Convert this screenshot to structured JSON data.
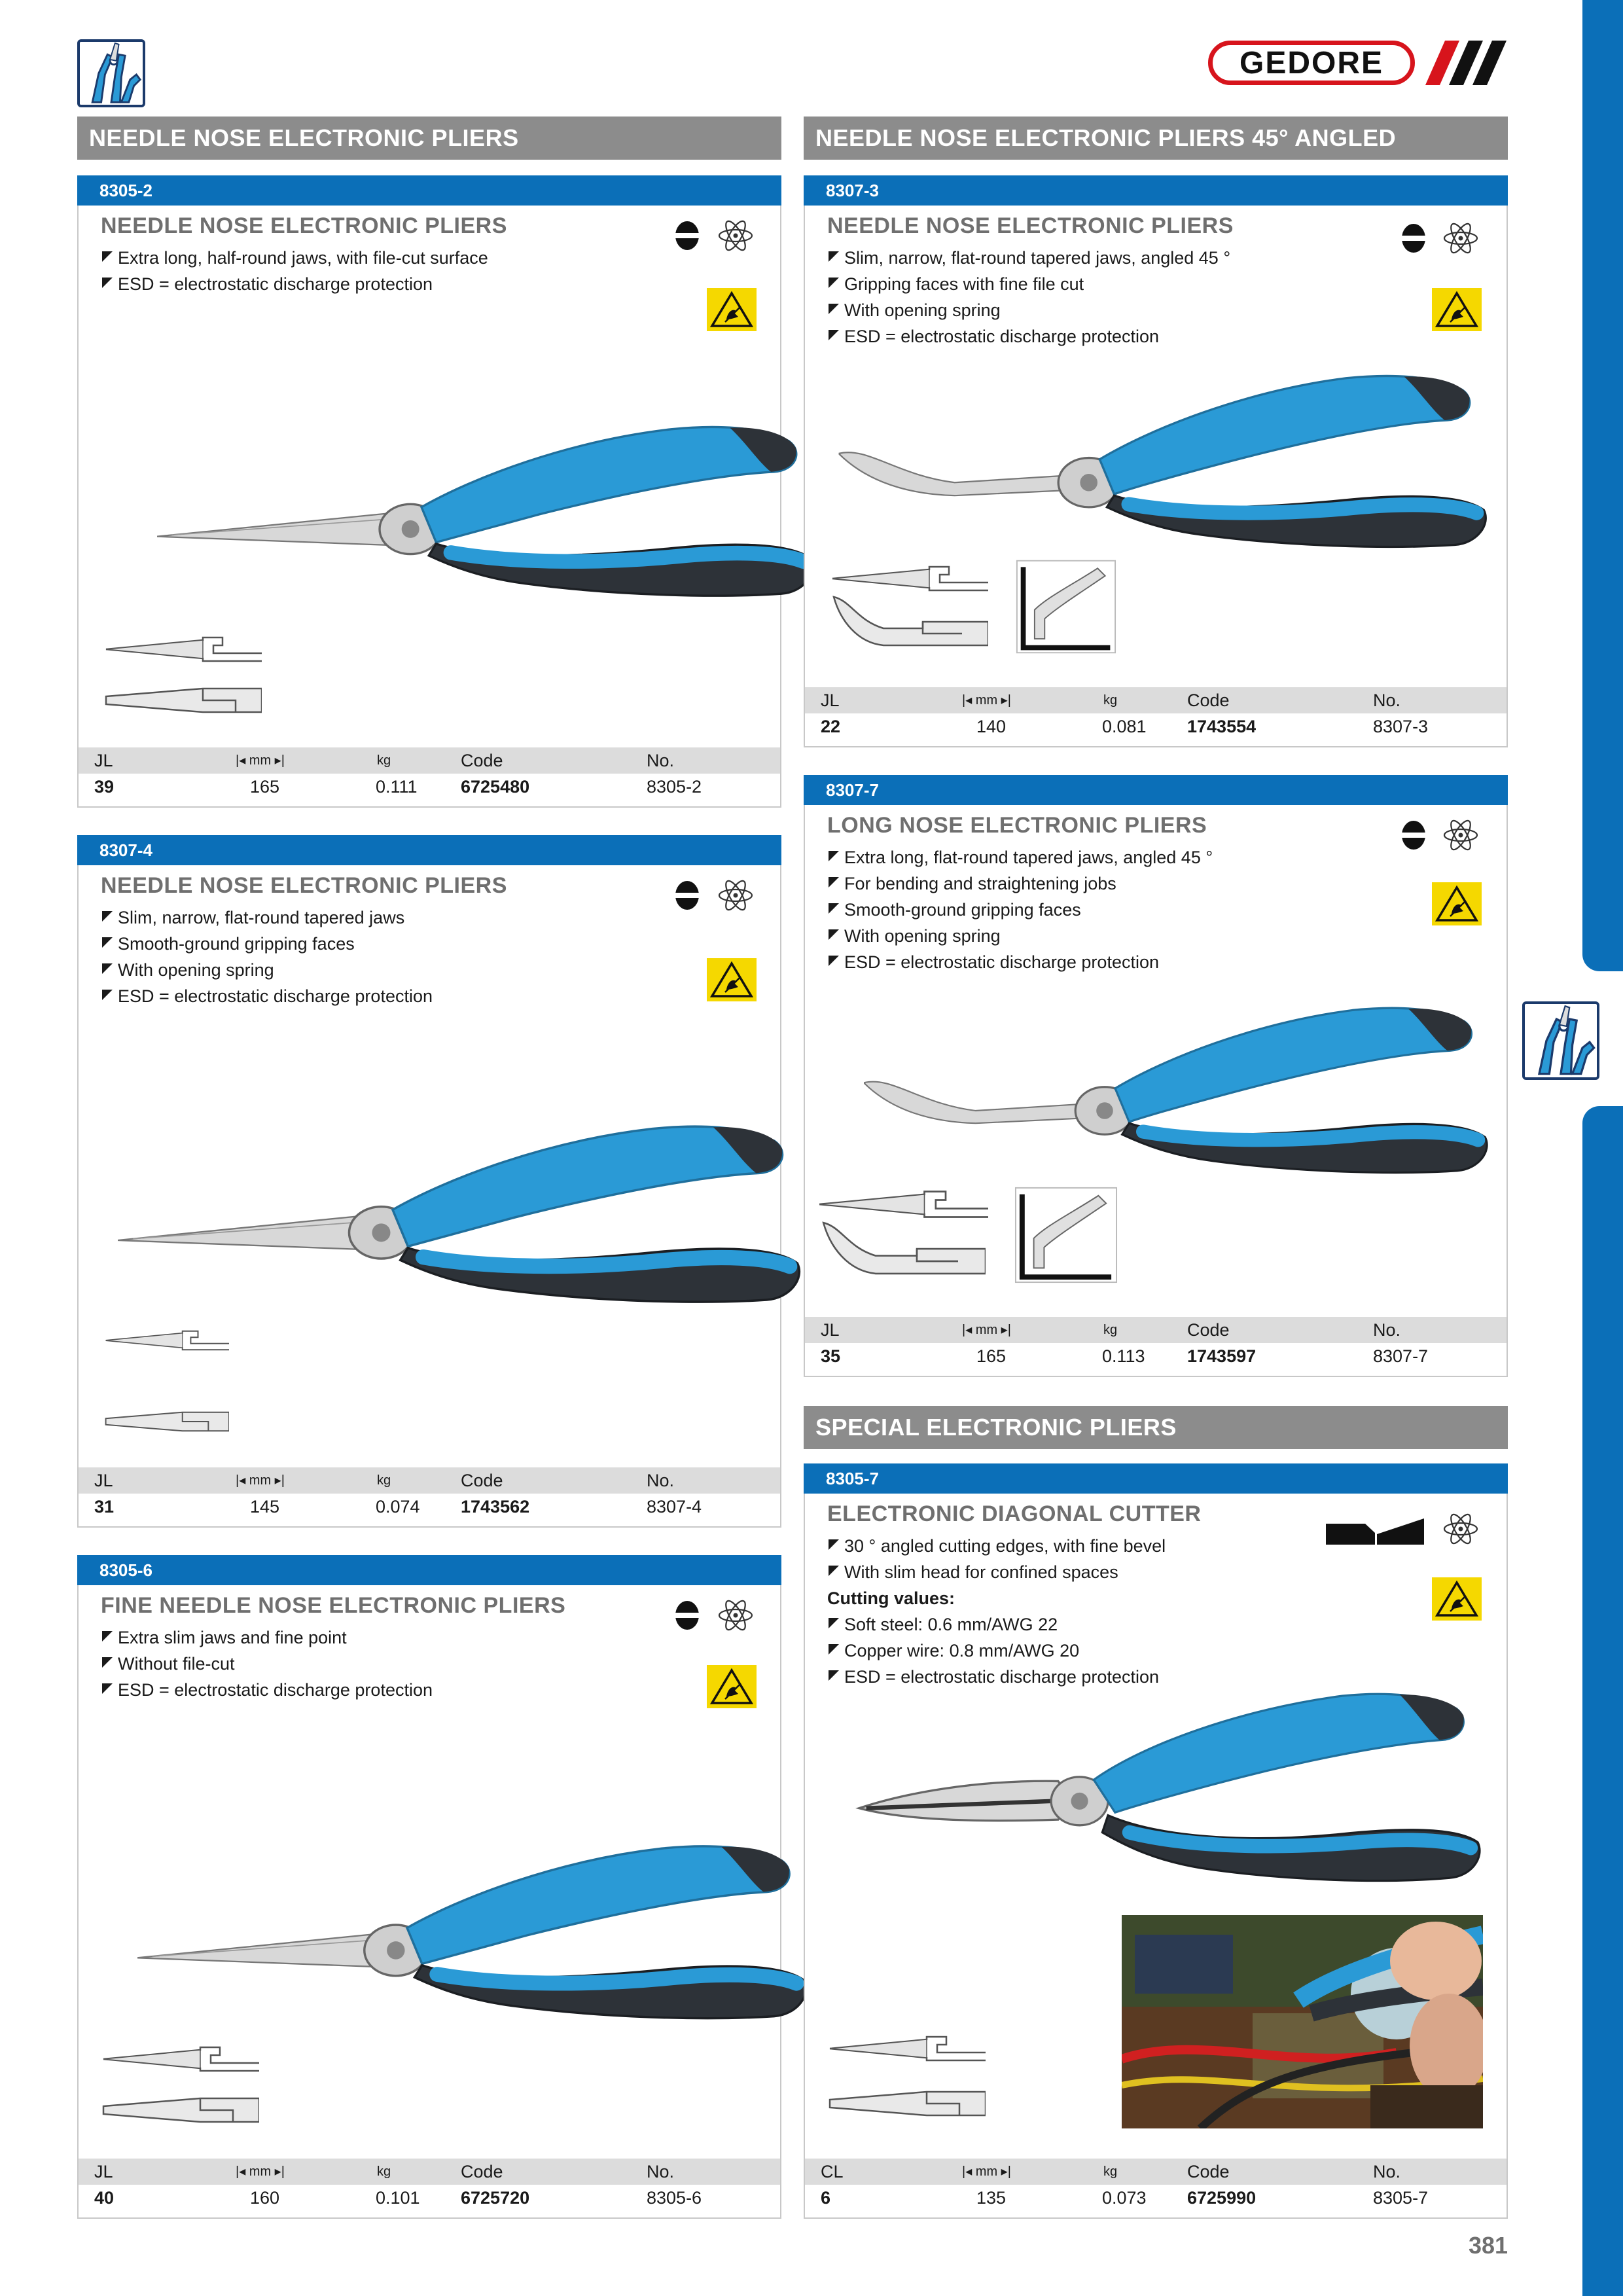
{
  "brand": {
    "logo_text": "GEDORE"
  },
  "sections": {
    "left_title": "NEEDLE NOSE ELECTRONIC PLIERS",
    "right_title": "NEEDLE NOSE ELECTRONIC PLIERS 45° ANGLED",
    "special_title": "SPECIAL ELECTRONIC PLIERS"
  },
  "spec_headers": {
    "length_symbol": "|◂ mm ▸|",
    "weight_symbol": "kg",
    "code": "Code",
    "no": "No."
  },
  "products": [
    {
      "id": "8305-2",
      "title": "NEEDLE NOSE ELECTRONIC PLIERS",
      "features": [
        "Extra long, half-round jaws, with file-cut surface",
        "ESD = electrostatic discharge protection"
      ],
      "spec": {
        "label": "JL",
        "jl": "39",
        "mm": "165",
        "kg": "0.111",
        "code": "6725480",
        "no": "8305-2"
      }
    },
    {
      "id": "8307-4",
      "title": "NEEDLE NOSE ELECTRONIC PLIERS",
      "features": [
        "Slim, narrow, flat-round tapered jaws",
        "Smooth-ground gripping faces",
        "With opening spring",
        "ESD = electrostatic discharge protection"
      ],
      "spec": {
        "label": "JL",
        "jl": "31",
        "mm": "145",
        "kg": "0.074",
        "code": "1743562",
        "no": "8307-4"
      }
    },
    {
      "id": "8305-6",
      "title": "FINE NEEDLE NOSE ELECTRONIC PLIERS",
      "features": [
        "Extra slim jaws and fine point",
        "Without file-cut",
        "ESD = electrostatic discharge protection"
      ],
      "spec": {
        "label": "JL",
        "jl": "40",
        "mm": "160",
        "kg": "0.101",
        "code": "6725720",
        "no": "8305-6"
      }
    },
    {
      "id": "8307-3",
      "title": "NEEDLE NOSE ELECTRONIC PLIERS",
      "features": [
        "Slim, narrow, flat-round tapered jaws, angled 45 °",
        "Gripping faces with fine file cut",
        "With opening spring",
        "ESD = electrostatic discharge protection"
      ],
      "spec": {
        "label": "JL",
        "jl": "22",
        "mm": "140",
        "kg": "0.081",
        "code": "1743554",
        "no": "8307-3"
      }
    },
    {
      "id": "8307-7",
      "title": "LONG NOSE ELECTRONIC PLIERS",
      "features": [
        "Extra long, flat-round tapered jaws, angled 45 °",
        "For bending and straightening jobs",
        "Smooth-ground gripping faces",
        "With opening spring",
        "ESD = electrostatic discharge protection"
      ],
      "spec": {
        "label": "JL",
        "jl": "35",
        "mm": "165",
        "kg": "0.113",
        "code": "1743597",
        "no": "8307-7"
      }
    },
    {
      "id": "8305-7",
      "title": "ELECTRONIC DIAGONAL CUTTER",
      "features": [
        "30 ° angled cutting edges, with fine bevel",
        "With slim head for confined spaces"
      ],
      "cutting_heading": "Cutting values:",
      "features2": [
        "Soft steel: 0.6 mm/AWG 22",
        "Copper wire: 0.8 mm/AWG 20",
        "ESD = electrostatic discharge protection"
      ],
      "spec": {
        "label": "CL",
        "jl": "6",
        "mm": "135",
        "kg": "0.073",
        "code": "6725990",
        "no": "8305-7"
      }
    }
  ],
  "page_number": "381",
  "colors": {
    "blue": "#0b6fb8",
    "grey_header": "#8c8c8c",
    "plier_blue": "#2a9ad6",
    "plier_dark": "#2d3238",
    "esd_yellow": "#f5d800",
    "logo_red": "#d7141c"
  }
}
